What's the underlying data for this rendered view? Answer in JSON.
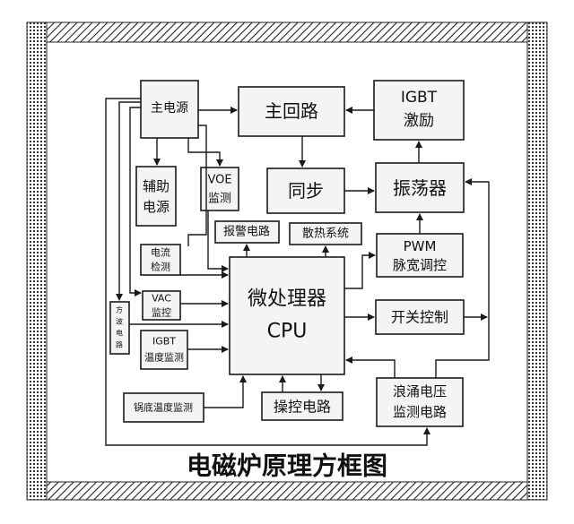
{
  "title": "电磁炉原理方框图",
  "colors": {
    "border_pattern": "#222222",
    "box_fill": "#f4f4f4",
    "line": "#1a1a1a"
  },
  "nodes": {
    "main_power": "主电源",
    "main_loop": "主回路",
    "igbt_drive": [
      "IGBT",
      "激励"
    ],
    "aux_power": [
      "辅助",
      "电源"
    ],
    "voe": [
      "VOE",
      "监测"
    ],
    "sync": "同步",
    "oscillator": "振荡器",
    "alarm": "报警电路",
    "cooling": "散热系统",
    "pwm": [
      "PWM",
      "脉宽调控"
    ],
    "current_detect": [
      "电流",
      "检测"
    ],
    "vac": [
      "VAC",
      "监控"
    ],
    "square_wave": [
      "方",
      "波",
      "电",
      "路"
    ],
    "cpu": [
      "微处理器",
      "CPU"
    ],
    "switch_ctrl": "开关控制",
    "igbt_temp": [
      "IGBT",
      "温度监测"
    ],
    "pot_temp": "锅底温度监测",
    "operation": "操控电路",
    "surge": [
      "浪涌电压",
      "监测电路"
    ]
  }
}
